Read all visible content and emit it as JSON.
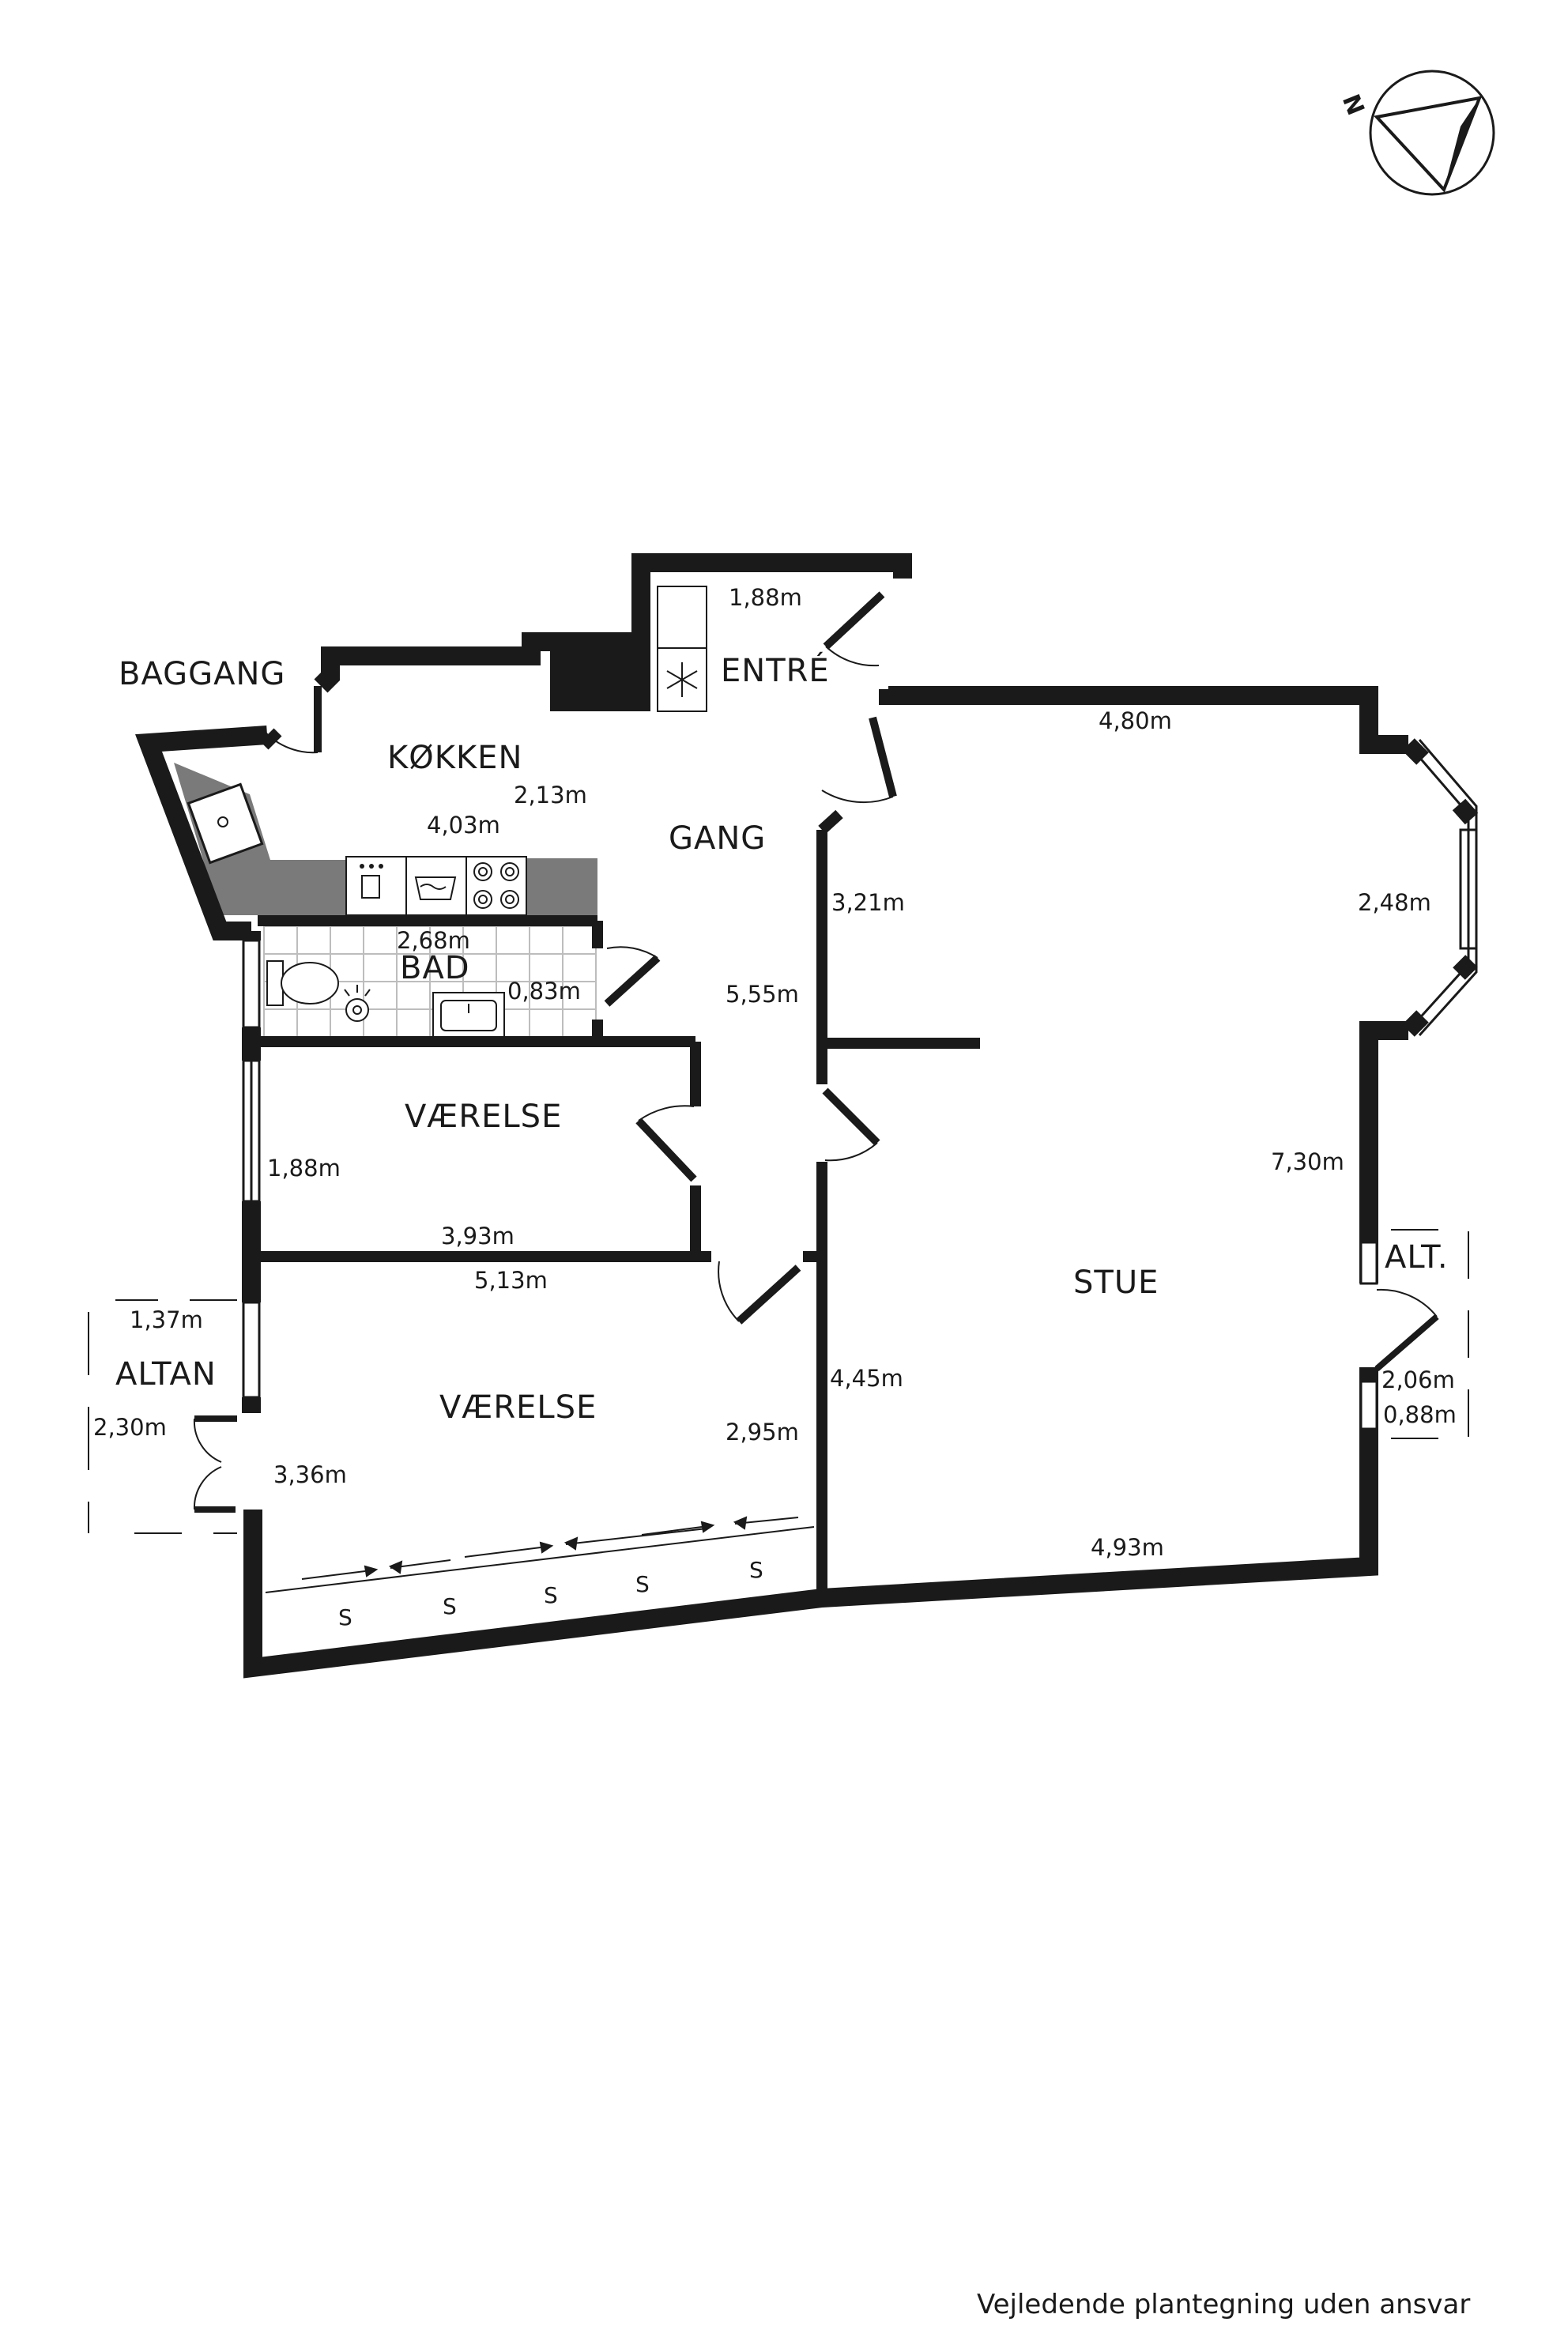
{
  "compass": {
    "north_letter": "N",
    "icon": "compass-icon"
  },
  "rooms": {
    "baggang": "BAGGANG",
    "entre": "ENTRÉ",
    "kokken": "KØKKEN",
    "gang": "GANG",
    "bad": "BAD",
    "vaerelse_1": "VÆRELSE",
    "vaerelse_2": "VÆRELSE",
    "stue": "STUE",
    "altan": "ALTAN",
    "alt": "ALT."
  },
  "dimensions": {
    "entre_width": "1,88m",
    "kokken_depth": "2,13m",
    "kokken_width": "4,03m",
    "stue_top": "4,80m",
    "bay_window": "2,48m",
    "gang_upper": "3,21m",
    "bad_width": "2,68m",
    "bad_depth": "0,83m",
    "gang_length": "5,55m",
    "vaerelse_1_depth": "1,88m",
    "stue_right": "7,30m",
    "vaerelse_1_width": "3,93m",
    "vaerelse_2_width": "5,13m",
    "altan_width": "1,37m",
    "alt_depth": "2,06m",
    "alt_width": "0,88m",
    "stue_left": "4,45m",
    "altan_depth": "2,30m",
    "vaerelse_2_right": "2,95m",
    "vaerelse_2_left": "3,36m",
    "stue_bottom": "4,93m"
  },
  "slope_marks": [
    "S",
    "S",
    "S",
    "S",
    "S"
  ],
  "fixtures": [
    "sink-icon",
    "dishwasher-icon",
    "washing-machine-icon",
    "stove-icon",
    "freezer-icon",
    "toilet-icon",
    "washbasin-icon",
    "shower-icon"
  ],
  "disclaimer": "Vejledende plantegning uden ansvar"
}
